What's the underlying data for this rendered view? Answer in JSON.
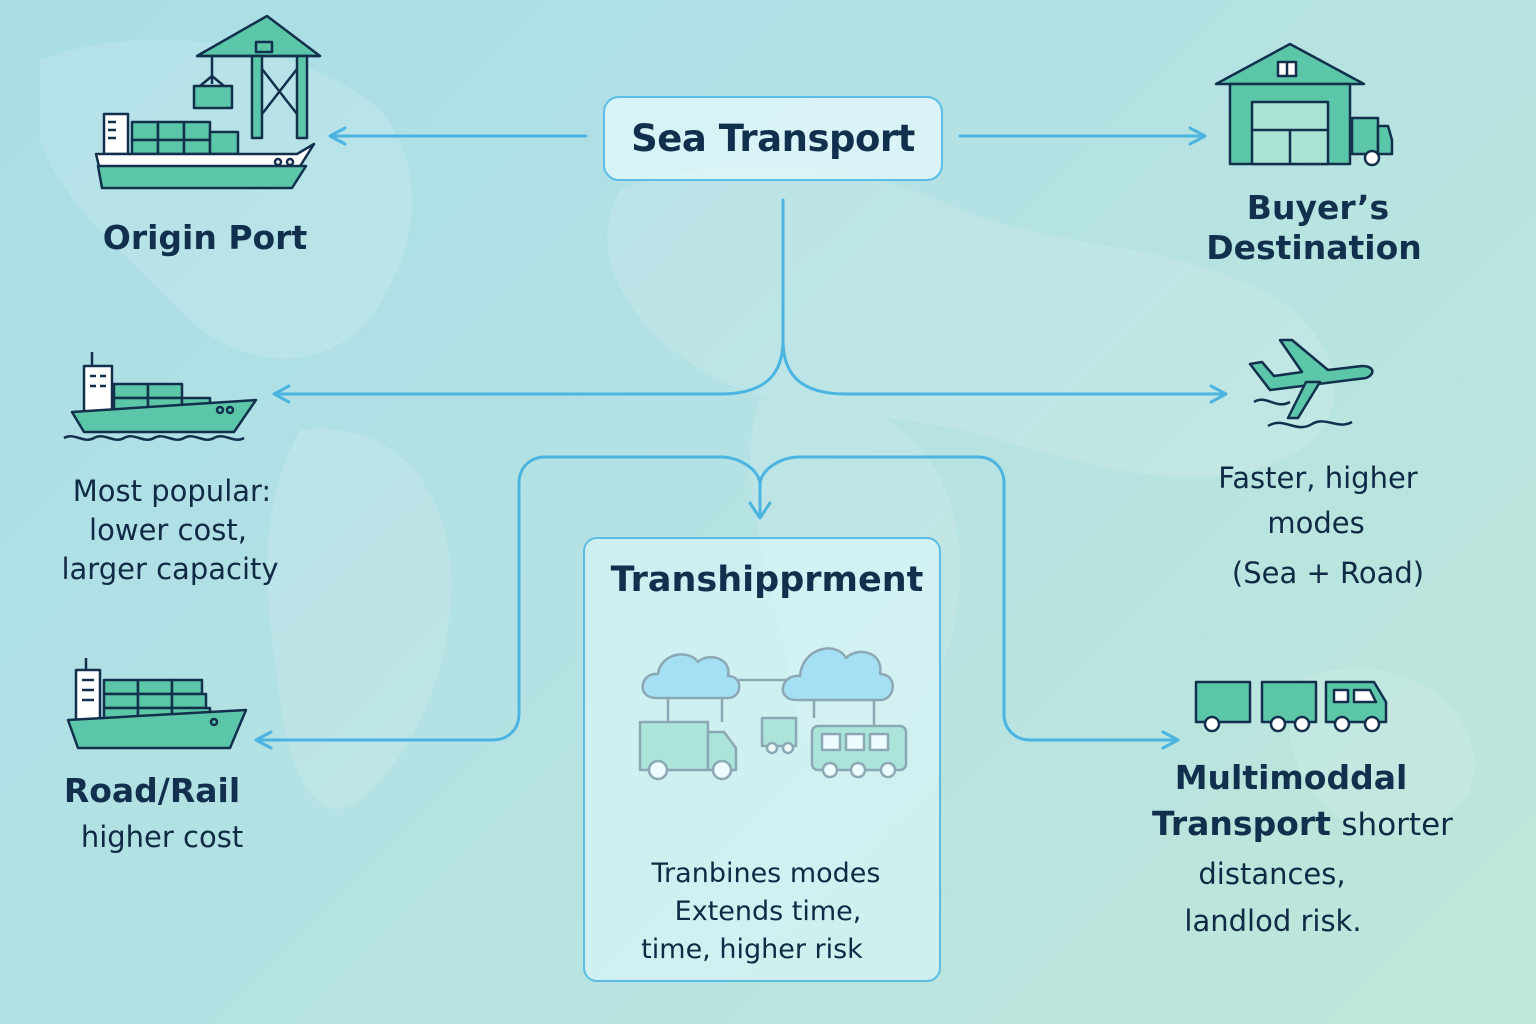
{
  "center": {
    "title": "Sea Transport"
  },
  "origin": {
    "label": "Origin Port"
  },
  "destination": {
    "line1": "Buyer’s",
    "line2": "Destination"
  },
  "sea_mode": {
    "line1": "Most popular:",
    "line2": "lower cost,",
    "line3": "larger capacity"
  },
  "air_mode": {
    "line1": "Faster, higher",
    "line2": "modes",
    "line3": "(Sea + Road)"
  },
  "road_rail": {
    "title": "Road/Rail",
    "subtitle": "higher cost"
  },
  "transhipment": {
    "title": "Transhipprment",
    "line1": "Tranbines modes",
    "line2": "Extends time,",
    "line3": "time, higher risk"
  },
  "multimodal": {
    "title1": "Multimoddal",
    "title2": "Transport",
    "title2_suffix": "shorter",
    "line1": "distances,",
    "line2": "landlod risk."
  },
  "colors": {
    "accent": "#4cb4e0",
    "icon_fill": "#5cc7a8",
    "icon_stroke": "#12304d",
    "cloud": "#4db8e6",
    "text": "#12304d"
  },
  "icons": [
    "port-crane-ship-icon",
    "warehouse-truck-icon",
    "cargo-ship-icon",
    "airplane-icon",
    "transhipment-vehicles-icon",
    "multimodal-trucks-icon"
  ]
}
